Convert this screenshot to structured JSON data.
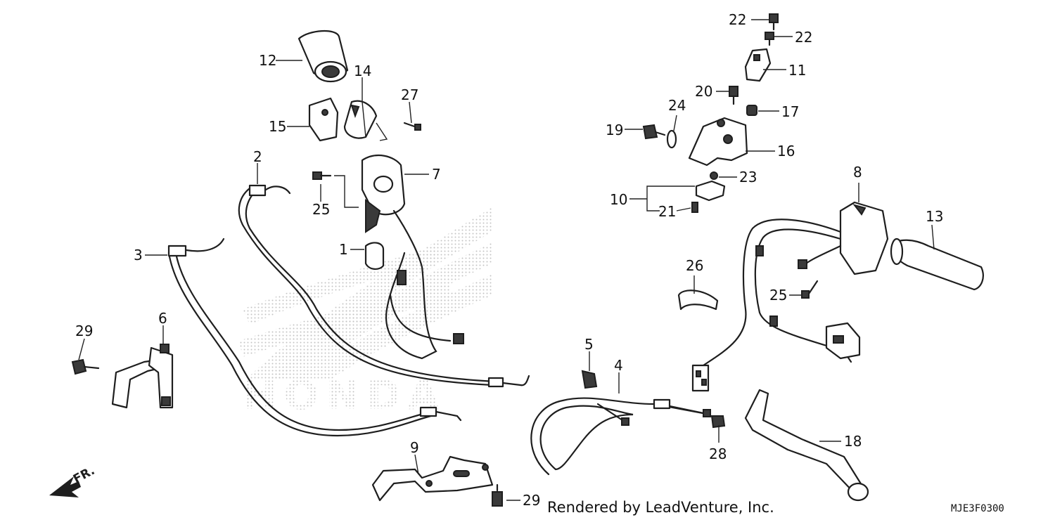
{
  "brand_watermark": "HONDA",
  "direction_indicator": {
    "label": "FR."
  },
  "footer": {
    "credit": "Rendered by LeadVenture, Inc.",
    "diagram_code": "MJE3F0300"
  },
  "callouts": {
    "c1": "1",
    "c2": "2",
    "c3": "3",
    "c4": "4",
    "c5": "5",
    "c6": "6",
    "c7": "7",
    "c8": "8",
    "c9": "9",
    "c10": "10",
    "c11": "11",
    "c12": "12",
    "c13": "13",
    "c14": "14",
    "c15": "15",
    "c16": "16",
    "c17": "17",
    "c18": "18",
    "c19": "19",
    "c20": "20",
    "c21": "21",
    "c22a": "22",
    "c22b": "22",
    "c23": "23",
    "c24": "24",
    "c25a": "25",
    "c25b": "25",
    "c26": "26",
    "c27": "27",
    "c28": "28",
    "c29a": "29",
    "c29b": "29"
  },
  "colors": {
    "line": "#1e1e1e",
    "watermark": "#c8c8c8",
    "background": "#ffffff"
  }
}
